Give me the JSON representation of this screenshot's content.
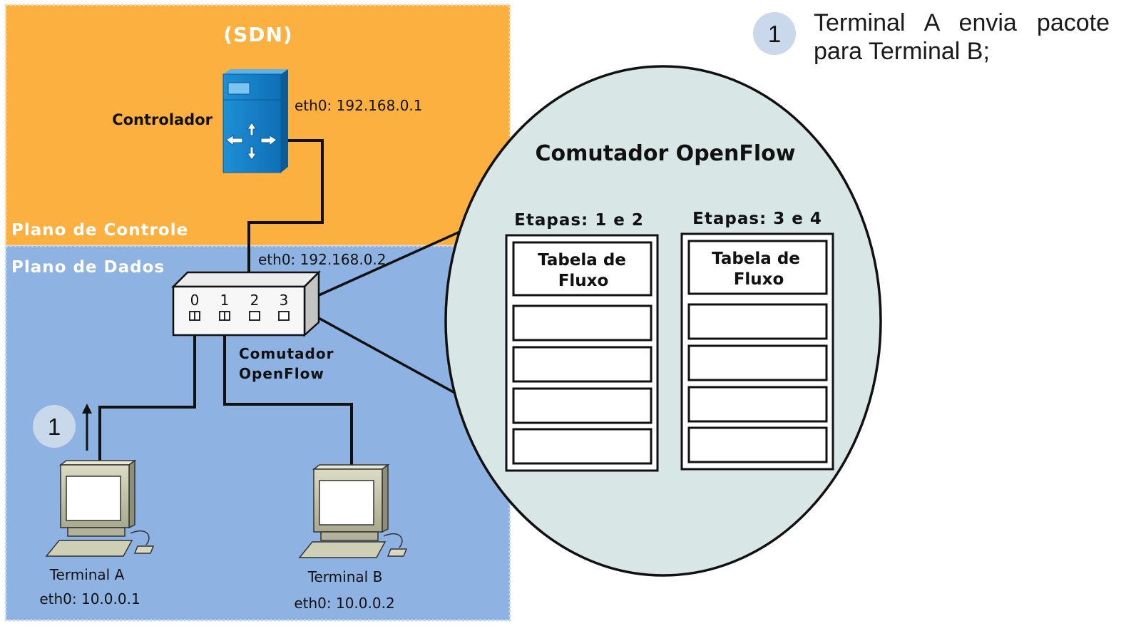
{
  "control_plane": {
    "title": "(SDN)",
    "label": "Plano de Controle",
    "fill": "#fbb040"
  },
  "data_plane": {
    "label": "Plano de Dados",
    "fill": "#8eb2e2"
  },
  "controller": {
    "label": "Controlador",
    "address": "eth0: 192.168.0.1"
  },
  "switch": {
    "address": "eth0: 192.168.0.2",
    "ports": [
      "0",
      "1",
      "2",
      "3"
    ],
    "label_line1": "Comutador",
    "label_line2": "OpenFlow"
  },
  "terminals": [
    {
      "name": "Terminal A",
      "address": "eth0: 10.0.0.1"
    },
    {
      "name": "Terminal B",
      "address": "eth0: 10.0.0.2"
    }
  ],
  "zoom": {
    "title": "Comutador OpenFlow",
    "fill": "#d9e6e6",
    "stages": [
      {
        "title": "Etapas: 1 e 2",
        "table_line1": "Tabela de",
        "table_line2": "Fluxo"
      },
      {
        "title": "Etapas: 3 e 4",
        "table_line1": "Tabela de",
        "table_line2": "Fluxo"
      }
    ]
  },
  "step_marker": {
    "number": "1",
    "fill": "#c9d8ea"
  },
  "legend": {
    "number": "1",
    "text": "Terminal A envia pacote para Terminal B;"
  }
}
